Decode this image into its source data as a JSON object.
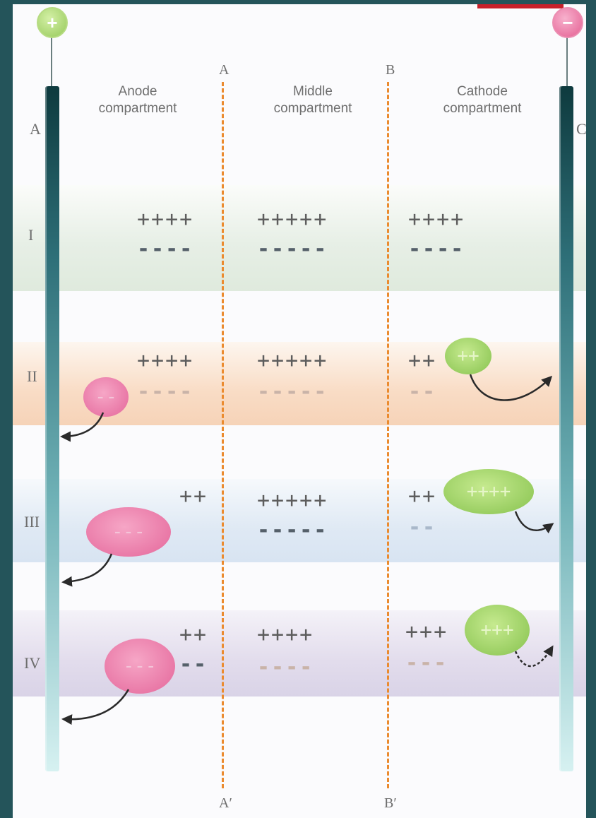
{
  "terminals": {
    "anode_sign": "+",
    "cathode_sign": "−"
  },
  "electrode_labels": {
    "left": "A",
    "right": "C"
  },
  "headers": {
    "anode": [
      "Anode",
      "compartment"
    ],
    "middle": [
      "Middle",
      "compartment"
    ],
    "cathode": [
      "Cathode",
      "compartment"
    ]
  },
  "membranes": {
    "a_top": "A",
    "a_bottom": "A′",
    "b_top": "B",
    "b_bottom": "B′"
  },
  "rows": [
    {
      "label": "I",
      "anode_plus": "++++",
      "anode_minus": "----",
      "middle_plus": "+++++",
      "middle_minus": "-----",
      "cathode_plus": "++++",
      "cathode_minus": "----"
    },
    {
      "label": "II",
      "anode_plus": "++++",
      "anode_minus": "----",
      "anode_ion": "--",
      "middle_plus": "+++++",
      "middle_minus": "-----",
      "cathode_plus": "++",
      "cathode_minus": "--",
      "cathode_ion": "++"
    },
    {
      "label": "III",
      "anode_plus": "++",
      "anode_ion": "---",
      "middle_plus": "+++++",
      "middle_minus": "-----",
      "cathode_plus": "++",
      "cathode_minus": "--",
      "cathode_ion": "++++"
    },
    {
      "label": "IV",
      "anode_plus": "++",
      "anode_minus": "--",
      "anode_ion": "---",
      "middle_plus": "++++",
      "middle_minus": "----",
      "cathode_plus": "+++",
      "cathode_minus": "---",
      "cathode_ion": "+++"
    }
  ],
  "colors": {
    "background": "#24545a",
    "membrane": "#eb8b2f",
    "anion": "#e4669a",
    "cation": "#86c24e",
    "accent_tab": "#c8202a"
  }
}
